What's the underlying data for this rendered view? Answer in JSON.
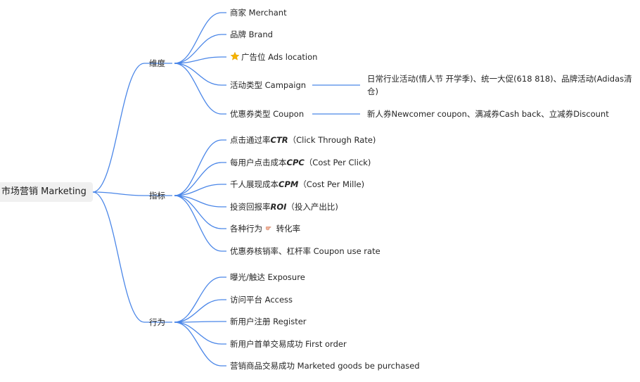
{
  "root": "市场营销 Marketing",
  "branches": [
    {
      "label": "维度",
      "children": [
        {
          "label": "商家 Merchant"
        },
        {
          "label": "品牌 Brand"
        },
        {
          "label": "广告位 Ads location",
          "icon": "star-icon"
        },
        {
          "label": "活动类型 Campaign",
          "detail": "日常行业活动(情人节 开学季)、统一大促(618 818)、品牌活动(Adidas清仓)"
        },
        {
          "label": "优惠券类型 Coupon",
          "detail": "新人券Newcomer coupon、满减券Cash back、立减券Discount"
        }
      ]
    },
    {
      "label": "指标",
      "children": [
        {
          "pre": "点击通过率",
          "bold": "CTR",
          "post": "（Click Through Rate)"
        },
        {
          "pre": "每用户点击成本",
          "bold": "CPC",
          "post": "（Cost Per Click)"
        },
        {
          "pre": "千人展现成本",
          "bold": "CPM",
          "post": "（Cost Per Mille)"
        },
        {
          "pre": "投资回报率",
          "bold": "ROI",
          "post": "（投入产出比)"
        },
        {
          "pre": "各种行为",
          "icon": "pointing-hand-icon",
          "post": "转化率"
        },
        {
          "label": "优惠券核销率、杠杆率 Coupon use rate"
        }
      ]
    },
    {
      "label": "行为",
      "children": [
        {
          "label": "曝光/触达 Exposure"
        },
        {
          "label": "访问平台 Access"
        },
        {
          "label": "新用户注册 Register"
        },
        {
          "label": "新用户首单交易成功 First order"
        },
        {
          "label": "营销商品交易成功 Marketed goods be purchased"
        }
      ]
    }
  ],
  "colors": {
    "line": "#4a86e8",
    "root_bg": "#f0f0f0",
    "star": "#f5b301",
    "hand": "#f2b49b"
  }
}
